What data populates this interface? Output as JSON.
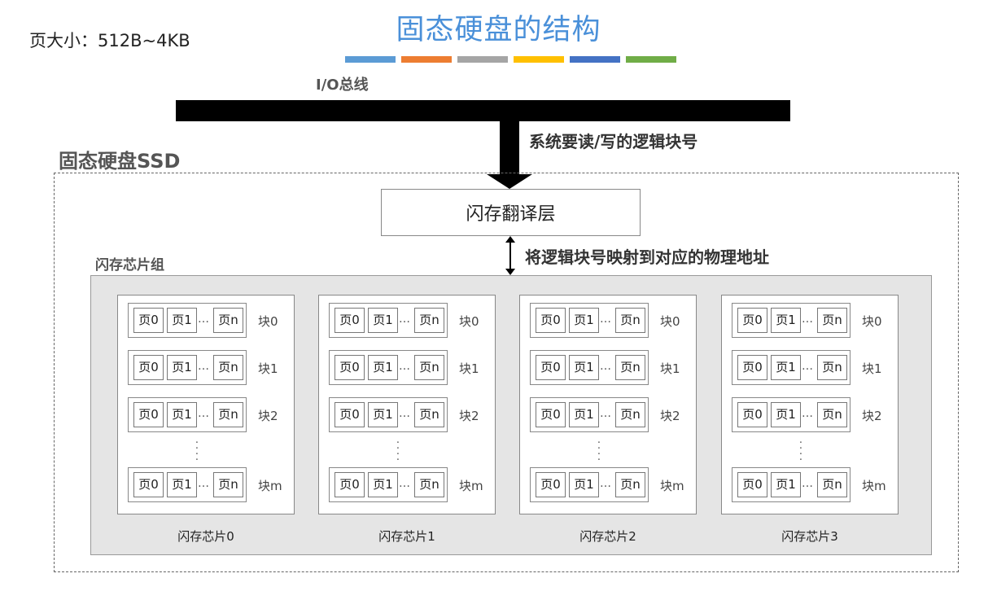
{
  "page_size_text": "页大小：512B~4KB",
  "title": "固态硬盘的结构",
  "title_bar_colors": [
    "#5b9bd5",
    "#ed7d31",
    "#a5a5a5",
    "#ffc000",
    "#4472c4",
    "#70ad47"
  ],
  "io_bus_label": "I/O总线",
  "read_write_label": "系统要读/写的逻辑块号",
  "ssd_label": "固态硬盘SSD",
  "ftl_label": "闪存翻译层",
  "mapping_label": "将逻辑块号映射到对应的物理地址",
  "chip_group_label": "闪存芯片组",
  "chips": [
    {
      "label": "闪存芯片0",
      "blocks": [
        {
          "label": "块0",
          "pages": [
            "页0",
            "页1",
            "页n"
          ]
        },
        {
          "label": "块1",
          "pages": [
            "页0",
            "页1",
            "页n"
          ]
        },
        {
          "label": "块2",
          "pages": [
            "页0",
            "页1",
            "页n"
          ]
        },
        {
          "label": "块m",
          "pages": [
            "页0",
            "页1",
            "页n"
          ]
        }
      ]
    },
    {
      "label": "闪存芯片1",
      "blocks": [
        {
          "label": "块0",
          "pages": [
            "页0",
            "页1",
            "页n"
          ]
        },
        {
          "label": "块1",
          "pages": [
            "页0",
            "页1",
            "页n"
          ]
        },
        {
          "label": "块2",
          "pages": [
            "页0",
            "页1",
            "页n"
          ]
        },
        {
          "label": "块m",
          "pages": [
            "页0",
            "页1",
            "页n"
          ]
        }
      ]
    },
    {
      "label": "闪存芯片2",
      "blocks": [
        {
          "label": "块0",
          "pages": [
            "页0",
            "页1",
            "页n"
          ]
        },
        {
          "label": "块1",
          "pages": [
            "页0",
            "页1",
            "页n"
          ]
        },
        {
          "label": "块2",
          "pages": [
            "页0",
            "页1",
            "页n"
          ]
        },
        {
          "label": "块m",
          "pages": [
            "页0",
            "页1",
            "页n"
          ]
        }
      ]
    },
    {
      "label": "闪存芯片3",
      "blocks": [
        {
          "label": "块0",
          "pages": [
            "页0",
            "页1",
            "页n"
          ]
        },
        {
          "label": "块1",
          "pages": [
            "页0",
            "页1",
            "页n"
          ]
        },
        {
          "label": "块2",
          "pages": [
            "页0",
            "页1",
            "页n"
          ]
        },
        {
          "label": "块m",
          "pages": [
            "页0",
            "页1",
            "页n"
          ]
        }
      ]
    }
  ]
}
